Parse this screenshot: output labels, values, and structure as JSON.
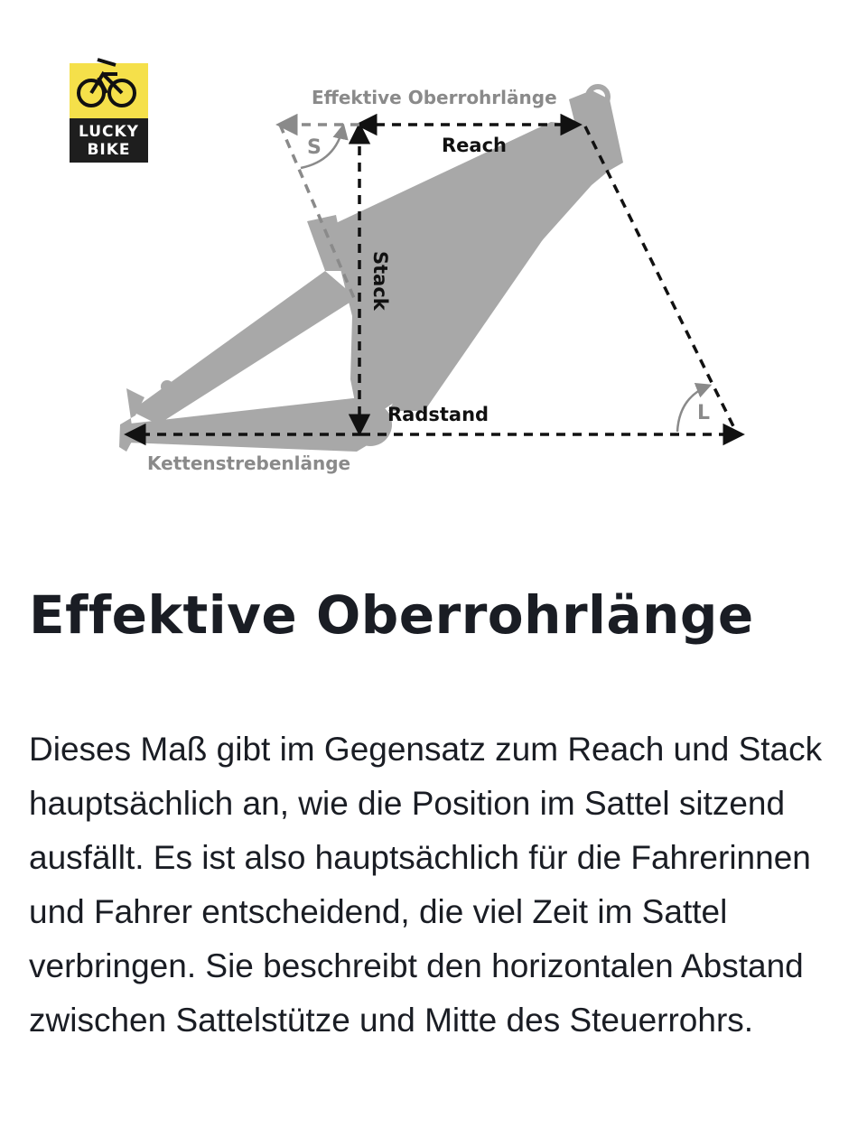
{
  "logo": {
    "line1": "LUCKY",
    "line2": "BIKE",
    "accent_color": "#f5e04a",
    "dark_color": "#1e1e1e"
  },
  "diagram": {
    "labels": {
      "effective_top_tube": "Effektive Oberrohrlänge",
      "reach": "Reach",
      "stack": "Stack",
      "wheelbase": "Radstand",
      "chainstay": "Kettenstrebenlänge",
      "seat_angle": "S",
      "head_angle": "L"
    },
    "frame_color": "#a8a8a8"
  },
  "article": {
    "title": "Effektive Oberrohrlänge",
    "body": "Dieses Maß gibt im Gegensatz zum Reach und Stack hauptsächlich an, wie die Position im Sattel sitzend ausfällt. Es ist also hauptsächlich für die Fahrerinnen und Fahrer entscheidend, die viel Zeit im Sattel verbringen. Sie beschreibt den horizontalen Abstand zwischen Sattelstütze und Mitte des Steuerrohrs."
  }
}
